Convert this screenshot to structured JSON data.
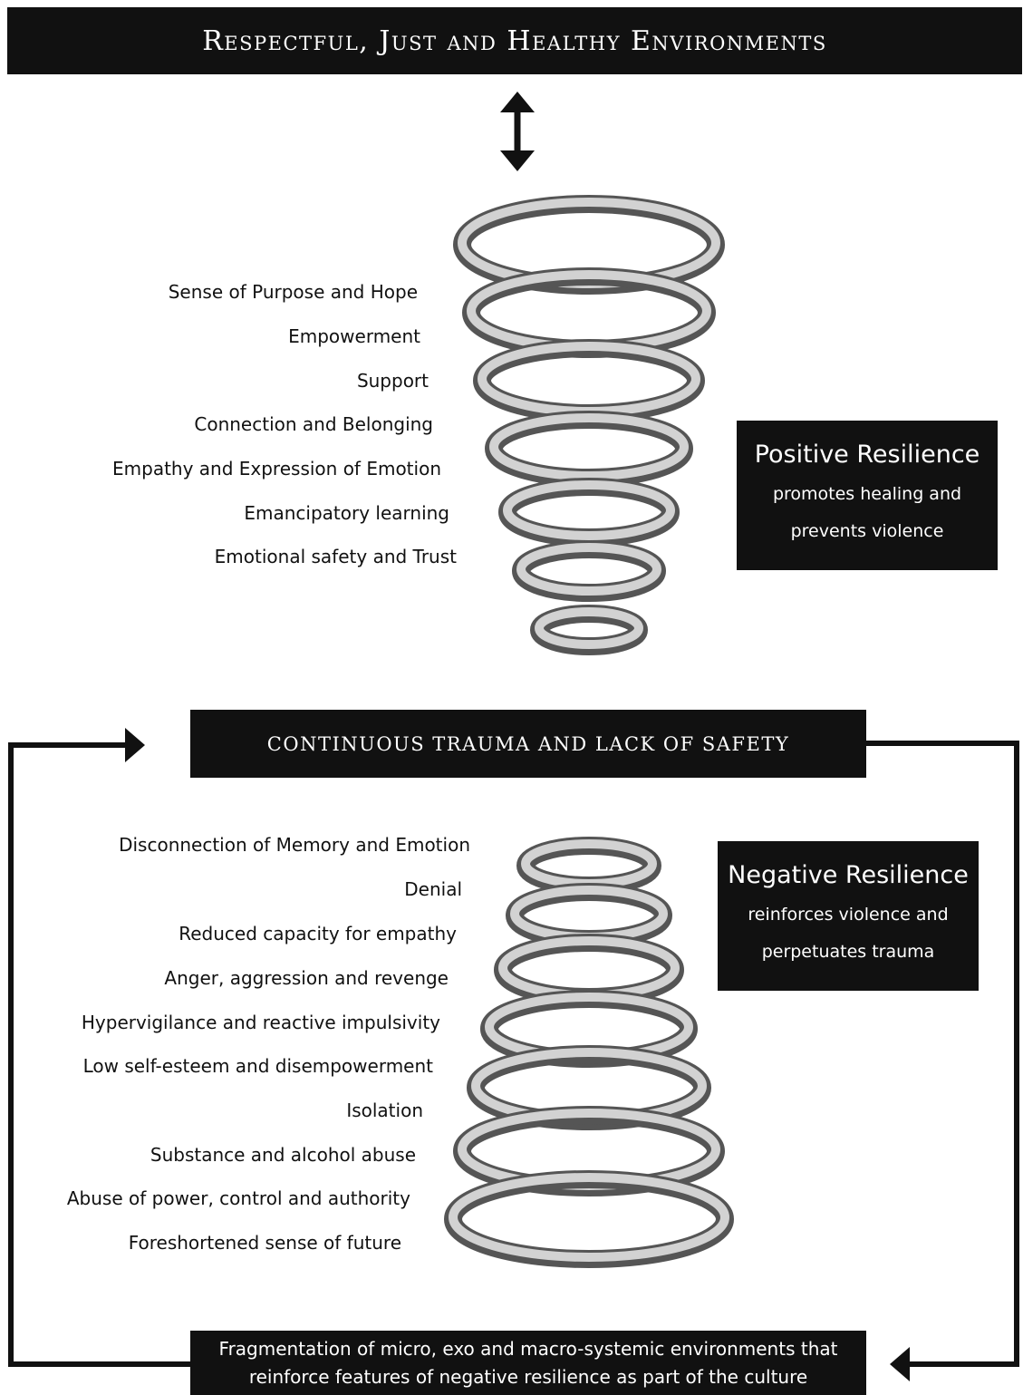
{
  "header": {
    "title": "Respectful, Just and Healthy Environments"
  },
  "middle_banner": {
    "text": "CONTINUOUS TRAUMA AND LACK OF SAFETY"
  },
  "bottom_banner": {
    "line1": "Fragmentation of micro, exo and macro-systemic environments that",
    "line2": "reinforce features of negative resilience as part of the culture"
  },
  "positive": {
    "title": "Positive Resilience",
    "desc_line1": "promotes healing and",
    "desc_line2": "prevents violence",
    "items": [
      "Sense of Purpose and Hope",
      "Empowerment",
      "Support",
      "Connection and Belonging",
      "Empathy and Expression of Emotion",
      "Emancipatory learning",
      "Emotional safety and Trust"
    ]
  },
  "negative": {
    "title": "Negative Resilience",
    "desc_line1": "reinforces violence and",
    "desc_line2": "perpetuates trauma",
    "items": [
      "Disconnection of Memory and Emotion",
      "Denial",
      "Reduced capacity for empathy",
      "Anger, aggression and revenge",
      "Hypervigilance and reactive impulsivity",
      "Low self-esteem and disempowerment",
      "Isolation",
      "Substance and alcohol abuse",
      "Abuse of power, control and authority",
      "Foreshortened sense of future"
    ]
  },
  "colors": {
    "box": "#111111",
    "text_on_box": "#ffffff",
    "spring": "#9a9a9a"
  },
  "icons": [
    "double-arrow-icon",
    "spring-icon",
    "loop-arrow-icon"
  ]
}
